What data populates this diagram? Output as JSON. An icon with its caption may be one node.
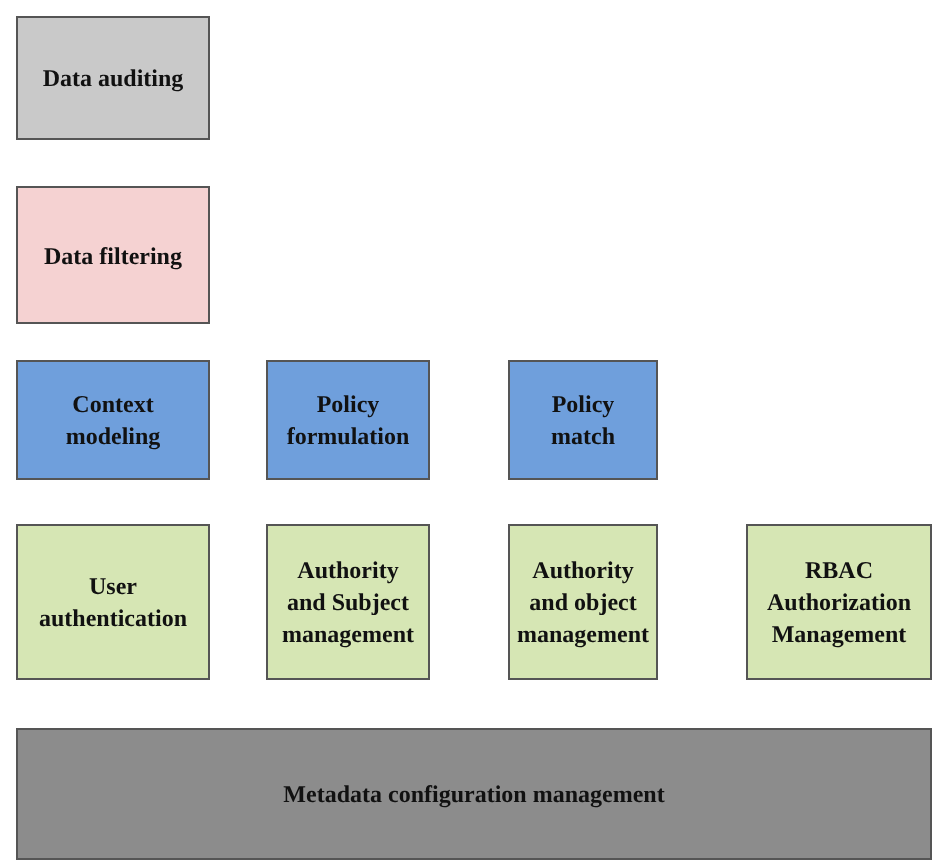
{
  "diagram": {
    "nodes": [
      {
        "text": [
          "Data auditing"
        ]
      },
      {
        "text": [
          "Data filtering"
        ]
      },
      {
        "text": [
          "Context modeling"
        ]
      },
      {
        "text": [
          "Policy formulation"
        ]
      },
      {
        "text": [
          "Policy match"
        ]
      },
      {
        "text": [
          "User authentication"
        ]
      },
      {
        "text": [
          "Authority and Subject management"
        ]
      },
      {
        "text": [
          "Authority and object management"
        ]
      },
      {
        "text": [
          "RBAC Authorization Management"
        ]
      },
      {
        "text": [
          "Metadata configuration management"
        ]
      }
    ]
  }
}
